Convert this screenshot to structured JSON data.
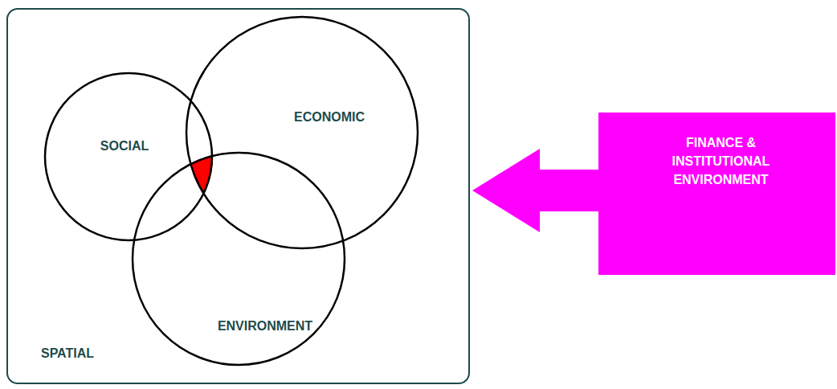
{
  "diagram": {
    "nodes": [
      {
        "text": [
          "SPATIAL"
        ]
      },
      {
        "text": [
          "SOCIAL"
        ],
        "in": 0
      },
      {
        "text": [
          "ECONOMIC"
        ],
        "in": 0
      },
      {
        "text": [
          "ENVIRONMENT"
        ],
        "in": 0
      },
      {
        "text": [
          "FINANCE & INSTITUTIONAL ENVIRONMENT"
        ]
      }
    ]
  }
}
